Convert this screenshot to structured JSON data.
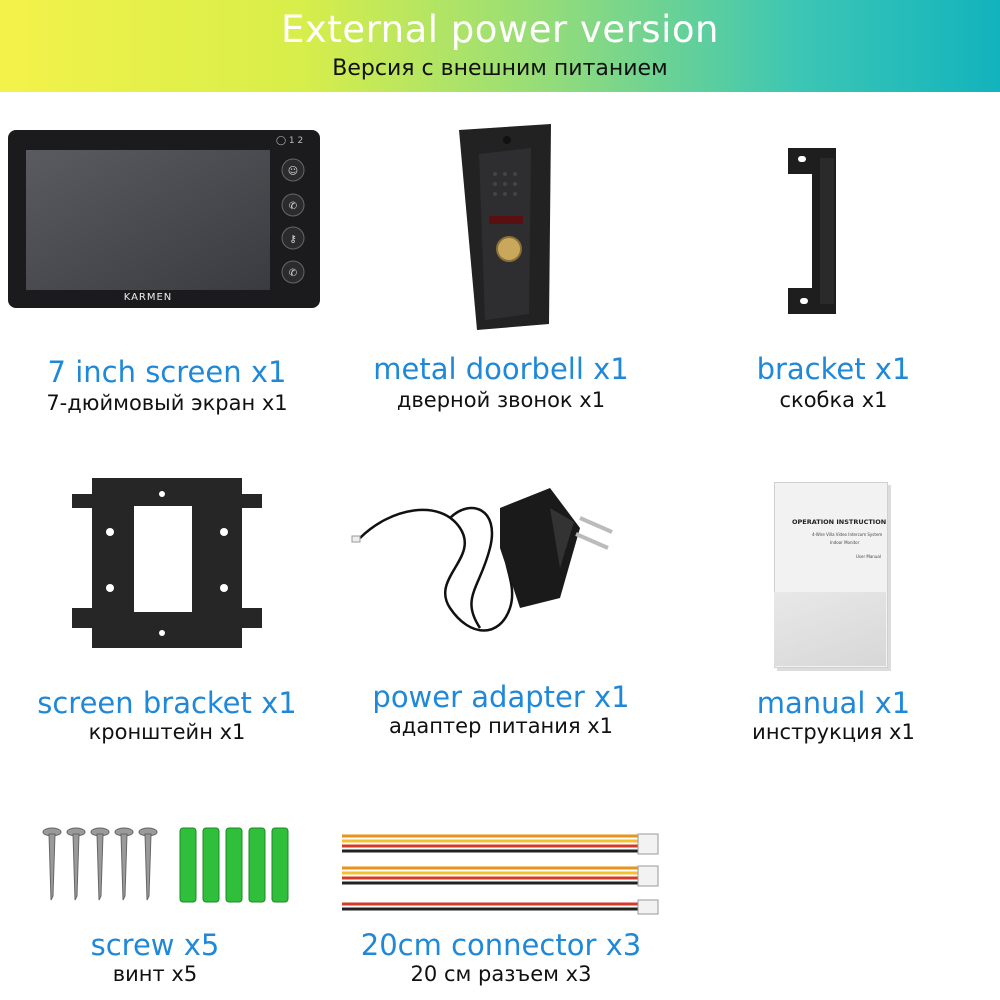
{
  "header": {
    "title": "External power version",
    "subtitle": "Версия с внешним питанием"
  },
  "monitor": {
    "brand": "KARMEN",
    "indicators": "◯ 1 2"
  },
  "manual_cover": {
    "heading": "OPERATION INSTRUCTION",
    "line1": "4-Wire Villa Video Intercom System",
    "line2": "Indoor Monitor",
    "line3": "User Manual"
  },
  "items": [
    {
      "en": "7 inch screen  x1",
      "ru": "7-дюймовый экран x1"
    },
    {
      "en": "metal doorbell  x1",
      "ru": "дверной звонок  x1"
    },
    {
      "en": "bracket  x1",
      "ru": "скобка x1"
    },
    {
      "en": "screen bracket  x1",
      "ru": "кронштейн  x1"
    },
    {
      "en": "power adapter  x1",
      "ru": "адаптер питания x1"
    },
    {
      "en": "manual  x1",
      "ru": "инструкция x1"
    },
    {
      "en": "screw  x5",
      "ru": "винт x5"
    },
    {
      "en": "20cm connector  x3",
      "ru": "20 см разъем x3"
    }
  ],
  "colors": {
    "accent": "#1f88d9",
    "label": "#111111"
  }
}
